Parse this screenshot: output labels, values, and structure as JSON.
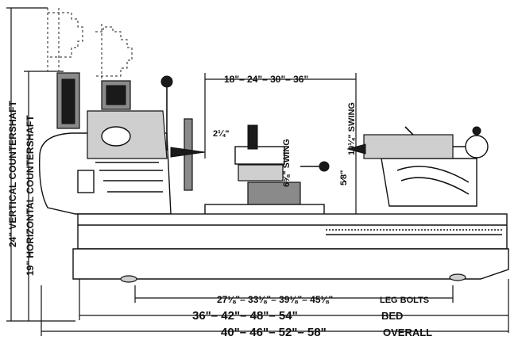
{
  "dimensions": {
    "center_distance": "18\"– 24\"– 30\"– 36\"",
    "leg_bolts": "27⅛\"– 33⅛\"– 39⅛\"– 45⅛\"",
    "leg_bolts_label": "LEG BOLTS",
    "bed": "36\"– 42\"– 48\"– 54\"",
    "bed_label": "BED",
    "overall": "40\"– 46\"– 52\"– 58\"",
    "overall_label": "OVERALL",
    "vertical_countershaft": "24\" VERTICAL COUNTERSHAFT",
    "horizontal_countershaft": "19\" HORIZONTAL COUNTERSHAFT",
    "tool_post": "2¼\"",
    "carriage_swing": "6⅝\" SWING",
    "bed_swing": "10¼\" SWING",
    "cross_slide": "5⁄8\""
  },
  "colors": {
    "ink": "#111111",
    "metal_dark": "#1a1a1a",
    "metal_mid": "#8a8a8a",
    "metal_light": "#cfcfcf",
    "background": "#ffffff"
  }
}
